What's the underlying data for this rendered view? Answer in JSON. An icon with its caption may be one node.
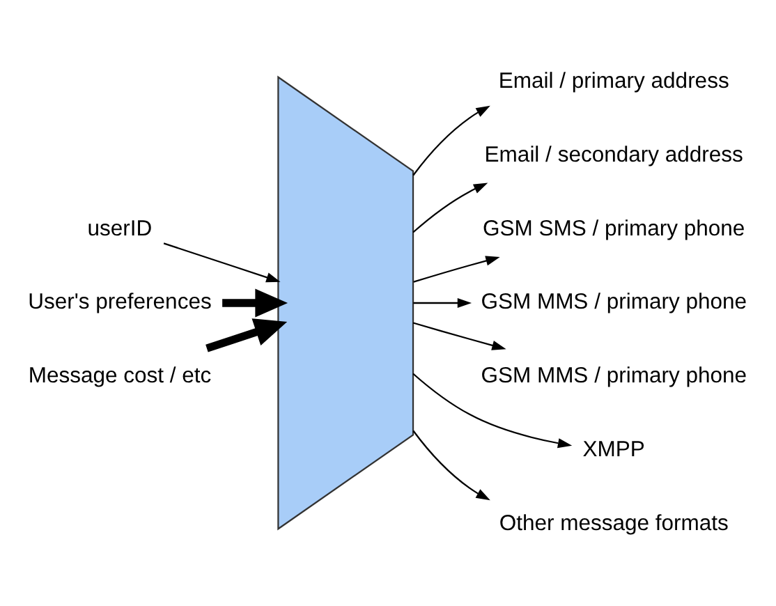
{
  "diagram": {
    "nodes": [
      {
        "text": [],
        "shape": "trapezoid"
      },
      {
        "text": [
          "userID"
        ]
      },
      {
        "text": [
          "Email / primary address"
        ]
      },
      {
        "text": [
          "Email / secondary address"
        ]
      },
      {
        "text": [
          "GSM SMS / primary phone"
        ]
      },
      {
        "text": [
          "GSM MMS / primary phone"
        ]
      },
      {
        "text": [
          "GSM MMS / primary phone"
        ]
      },
      {
        "text": [
          "XMPP"
        ]
      },
      {
        "text": [
          "Other message formats"
        ]
      },
      {
        "text": [
          "User's preferences"
        ]
      },
      {
        "text": [
          "Message cost / etc"
        ]
      }
    ],
    "edges": [
      {
        "from": 1,
        "to": 0,
        "arrow": "to"
      },
      {
        "from": 0,
        "to": 2,
        "arrow": "to"
      },
      {
        "from": 0,
        "to": 3,
        "arrow": "to"
      },
      {
        "from": 0,
        "to": 4,
        "arrow": "to"
      },
      {
        "from": 0,
        "to": 5,
        "arrow": "to"
      },
      {
        "from": 0,
        "to": 6,
        "arrow": "to"
      },
      {
        "from": 0,
        "to": 7,
        "arrow": "to"
      },
      {
        "from": 0,
        "to": 8,
        "arrow": "to"
      },
      {
        "from": 9,
        "to": 0,
        "arrow": "to",
        "style": "thick"
      },
      {
        "from": 10,
        "to": 0,
        "arrow": "to",
        "style": "thick"
      }
    ]
  }
}
